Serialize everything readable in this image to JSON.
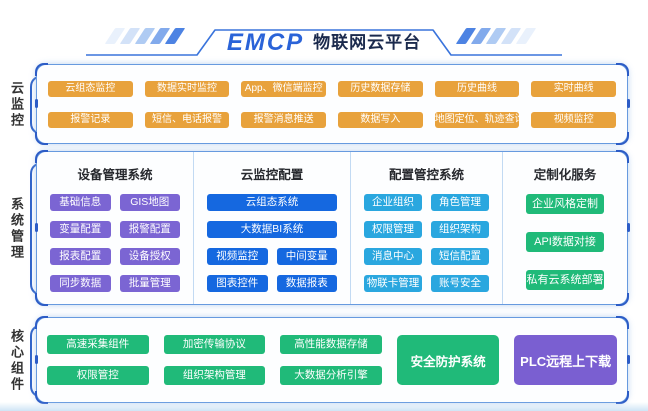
{
  "header": {
    "logo": "EMCP",
    "title": "物联网云平台"
  },
  "monitor": {
    "label": "云监控",
    "buttons": [
      "云组态监控",
      "数据实时监控",
      "App、微信端监控",
      "历史数据存储",
      "历史曲线",
      "实时曲线",
      "报警记录",
      "短信、电话报警",
      "报警消息推送",
      "数据写入",
      "地图定位、轨迹查询",
      "视频监控"
    ]
  },
  "system": {
    "label": "系统管理",
    "columns": [
      {
        "title": "设备管理系统",
        "buttons": [
          "基础信息",
          "GIS地图",
          "变量配置",
          "报警配置",
          "报表配置",
          "设备授权",
          "同步数据",
          "批量管理"
        ]
      },
      {
        "title": "云监控配置",
        "buttons": [
          "云组态系统",
          "大数据BI系统",
          "视频监控",
          "中间变量",
          "图表控件",
          "数据报表"
        ]
      },
      {
        "title": "配置管控系统",
        "buttons": [
          "企业组织",
          "角色管理",
          "权限管理",
          "组织架构",
          "消息中心",
          "短信配置",
          "物联卡管理",
          "账号安全"
        ]
      },
      {
        "title": "定制化服务",
        "buttons": [
          "企业风格定制",
          "API数据对接",
          "私有云系统部署"
        ]
      }
    ]
  },
  "core": {
    "label": "核心组件",
    "buttons": [
      "高速采集组件",
      "加密传输协议",
      "高性能数据存储",
      "权限管控",
      "组织架构管理",
      "大数据分析引擎"
    ],
    "large_buttons": [
      "安全防护系统",
      "PLC远程上下载"
    ]
  },
  "colors": {
    "orange": "#E8A23C",
    "purple": "#7B65D3",
    "blue": "#1568E0",
    "cyan": "#2AA7DF",
    "green": "#20BA79",
    "plc_purple": "#7A5FD1",
    "panel_border": "#679ADF",
    "corner_accent": "#2C5CC6",
    "logo_blue": "#2A63D8",
    "title_navy": "#1B2A4D"
  }
}
